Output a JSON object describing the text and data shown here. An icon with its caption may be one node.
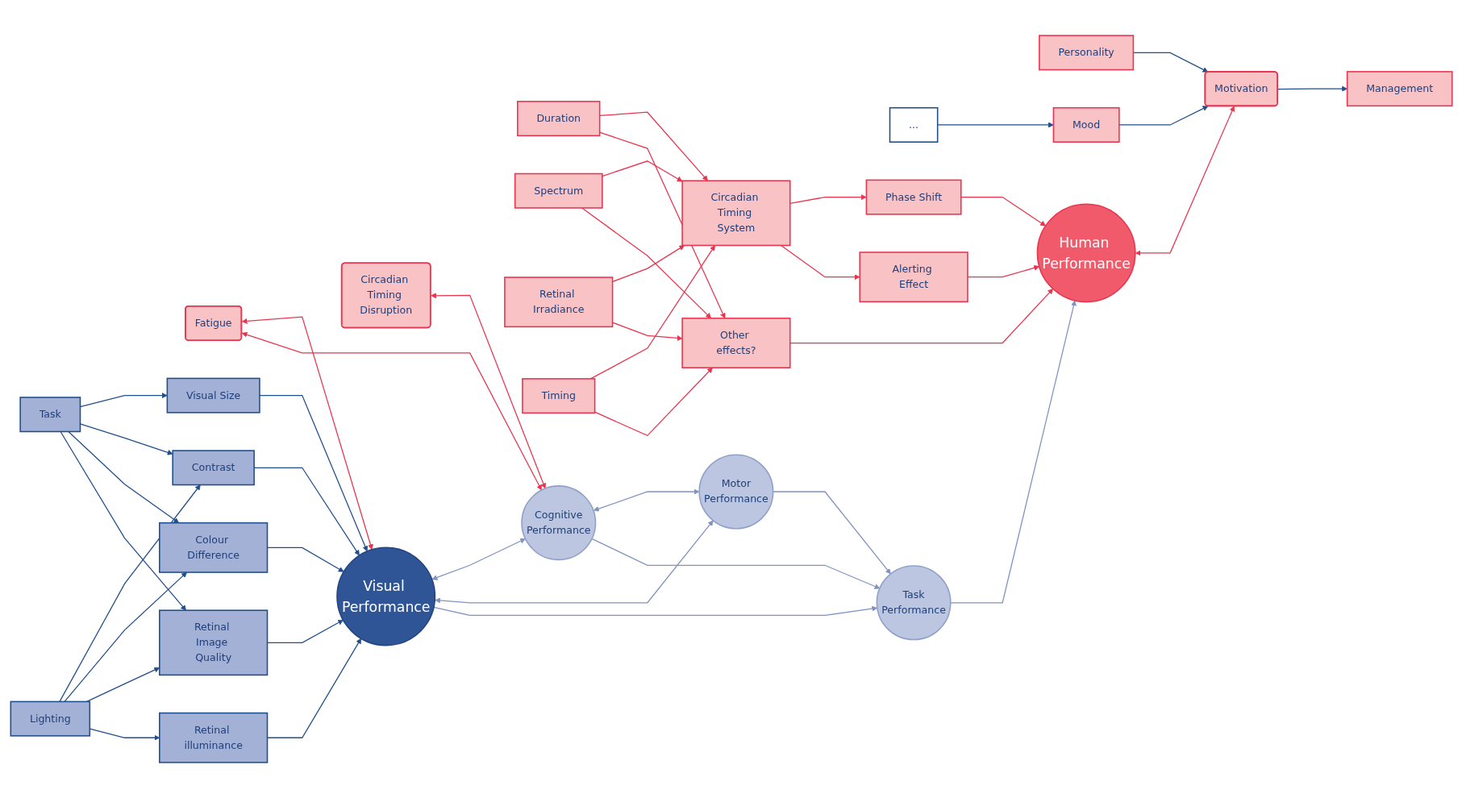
{
  "diagram": {
    "nodes": [
      {
        "text": [
          "Task"
        ]
      },
      {
        "text": [
          "Lighting"
        ]
      },
      {
        "text": [
          "Visual Size"
        ]
      },
      {
        "text": [
          "Contrast"
        ]
      },
      {
        "text": [
          "Colour Difference"
        ]
      },
      {
        "text": [
          "Retinal Image Quality"
        ]
      },
      {
        "text": [
          "Retinal illuminance"
        ]
      },
      {
        "text": [
          "Visual Performance"
        ]
      },
      {
        "text": [
          "Fatigue"
        ]
      },
      {
        "text": [
          "Circadian Timing Disruption"
        ]
      },
      {
        "text": [
          "Cognitive",
          "Performance"
        ]
      },
      {
        "text": [
          "Motor",
          "Performance"
        ]
      },
      {
        "text": [
          "Task",
          "Performance"
        ]
      },
      {
        "text": [
          "Human Performance"
        ]
      },
      {
        "text": [
          "Timing"
        ]
      },
      {
        "text": [
          "Retinal Irradiance"
        ]
      },
      {
        "text": [
          "Spectrum"
        ]
      },
      {
        "text": [
          "Duration"
        ]
      },
      {
        "text": [
          "Circadian Timing System"
        ]
      },
      {
        "text": [
          "Phase Shift"
        ]
      },
      {
        "text": [
          "Alerting Effect"
        ]
      },
      {
        "text": [
          "Other effects?"
        ]
      },
      {
        "text": [
          "Motivation"
        ]
      },
      {
        "text": [
          "Mood"
        ]
      },
      {
        "text": [
          "..."
        ]
      },
      {
        "text": [
          "Management"
        ]
      },
      {
        "text": [
          "Personality"
        ]
      }
    ],
    "edges": [
      {
        "from": 0,
        "to": 2,
        "arrow": "to"
      },
      {
        "from": 0,
        "to": 3,
        "arrow": "to"
      },
      {
        "from": 0,
        "to": 4,
        "arrow": "to"
      },
      {
        "from": 0,
        "to": 5,
        "arrow": "to"
      },
      {
        "from": 1,
        "to": 3,
        "arrow": "to"
      },
      {
        "from": 1,
        "to": 4,
        "arrow": "to"
      },
      {
        "from": 1,
        "to": 5,
        "arrow": "to"
      },
      {
        "from": 1,
        "to": 6,
        "arrow": "to"
      },
      {
        "from": 2,
        "to": 7,
        "arrow": "to"
      },
      {
        "from": 3,
        "to": 7,
        "arrow": "to"
      },
      {
        "from": 4,
        "to": 7,
        "arrow": "to"
      },
      {
        "from": 5,
        "to": 7,
        "arrow": "to"
      },
      {
        "from": 6,
        "to": 7,
        "arrow": "to"
      },
      {
        "from": 8,
        "to": 7,
        "arrow": "both",
        "color": "#e8344e"
      },
      {
        "from": 8,
        "to": 10,
        "arrow": "both",
        "color": "#e8344e"
      },
      {
        "from": 9,
        "to": 10,
        "arrow": "both",
        "color": "#e8344e"
      },
      {
        "from": 7,
        "to": 10,
        "arrow": "both",
        "color": "#7f93c0"
      },
      {
        "from": 7,
        "to": 11,
        "arrow": "both",
        "color": "#7f93c0"
      },
      {
        "from": 10,
        "to": 11,
        "arrow": "both",
        "color": "#7f93c0"
      },
      {
        "from": 7,
        "to": 12,
        "arrow": "to",
        "color": "#7f93c0"
      },
      {
        "from": 10,
        "to": 12,
        "arrow": "to",
        "color": "#7f93c0"
      },
      {
        "from": 11,
        "to": 12,
        "arrow": "to",
        "color": "#7f93c0"
      },
      {
        "from": 12,
        "to": 13,
        "arrow": "to",
        "color": "#7f93c0"
      },
      {
        "from": 14,
        "to": 18,
        "arrow": "to",
        "color": "#e8344e"
      },
      {
        "from": 15,
        "to": 18,
        "arrow": "to",
        "color": "#e8344e"
      },
      {
        "from": 16,
        "to": 18,
        "arrow": "to",
        "color": "#e8344e"
      },
      {
        "from": 17,
        "to": 18,
        "arrow": "to",
        "color": "#e8344e"
      },
      {
        "from": 14,
        "to": 21,
        "arrow": "to",
        "color": "#e8344e"
      },
      {
        "from": 15,
        "to": 21,
        "arrow": "to",
        "color": "#e8344e"
      },
      {
        "from": 16,
        "to": 21,
        "arrow": "to",
        "color": "#e8344e"
      },
      {
        "from": 17,
        "to": 21,
        "arrow": "to",
        "color": "#e8344e"
      },
      {
        "from": 18,
        "to": 19,
        "arrow": "to",
        "color": "#e8344e"
      },
      {
        "from": 18,
        "to": 20,
        "arrow": "to",
        "color": "#e8344e"
      },
      {
        "from": 19,
        "to": 13,
        "arrow": "to",
        "color": "#e8344e"
      },
      {
        "from": 20,
        "to": 13,
        "arrow": "to",
        "color": "#e8344e"
      },
      {
        "from": 21,
        "to": 13,
        "arrow": "to",
        "color": "#e8344e"
      },
      {
        "from": 13,
        "to": 22,
        "arrow": "both",
        "color": "#e8344e"
      },
      {
        "from": 23,
        "to": 22,
        "arrow": "to"
      },
      {
        "from": 24,
        "to": 23,
        "arrow": "to"
      },
      {
        "from": 22,
        "to": 25,
        "arrow": "to"
      },
      {
        "from": 26,
        "to": 22,
        "arrow": "to"
      }
    ]
  }
}
